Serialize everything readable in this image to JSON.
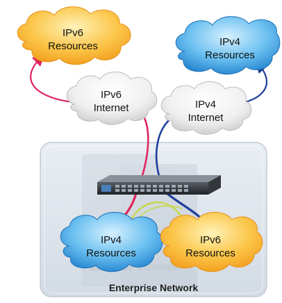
{
  "clouds": {
    "ipv6_resources_top": {
      "line1": "IPv6",
      "line2": "Resources"
    },
    "ipv4_resources_top": {
      "line1": "IPv4",
      "line2": "Resources"
    },
    "ipv6_internet": {
      "line1": "IPv6",
      "line2": "Internet"
    },
    "ipv4_internet": {
      "line1": "IPv4",
      "line2": "Internet"
    },
    "ipv4_resources_bottom": {
      "line1": "IPv4",
      "line2": "Resources"
    },
    "ipv6_resources_bottom": {
      "line1": "IPv6",
      "line2": "Resources"
    }
  },
  "enterprise": {
    "label": "Enterprise Network"
  },
  "colors": {
    "orange_cloud": "#f7a623",
    "blue_cloud": "#2a8fd8",
    "gray_cloud": "#d6d6d6",
    "ipv6_link": "#e0245e",
    "ipv4_link": "#1f3f9a",
    "translate_link": "#c8d84a",
    "enterprise_bg": "#dde3ea"
  }
}
